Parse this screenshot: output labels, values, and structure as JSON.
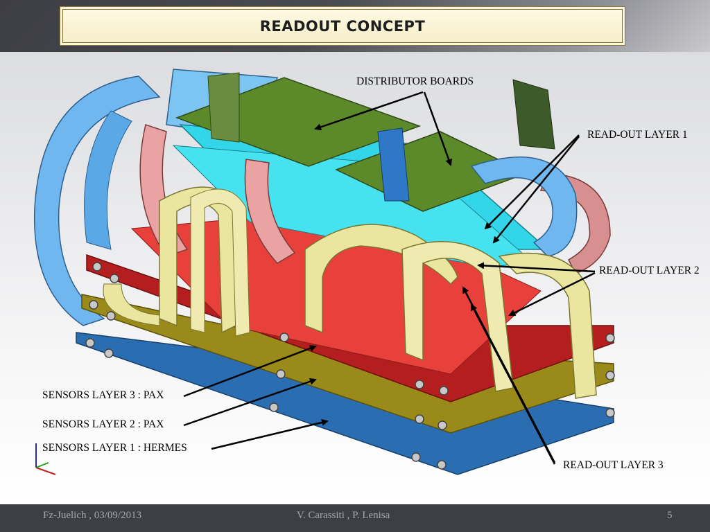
{
  "slide": {
    "title": "READOUT CONCEPT",
    "page_number": "5"
  },
  "labels": {
    "distributor_boards": "DISTRIBUTOR BOARDS",
    "readout_layer_1": "READ-OUT LAYER 1",
    "readout_layer_2": "READ-OUT LAYER 2",
    "readout_layer_3": "READ-OUT LAYER 3",
    "sensors_layer_3": "SENSORS LAYER 3 : PAX",
    "sensors_layer_2": "SENSORS LAYER 2 : PAX",
    "sensors_layer_1": "SENSORS LAYER 1 : HERMES"
  },
  "footer": {
    "venue_date": "Fz-Juelich , 03/09/2013",
    "authors": "V. Carassiti , P. Lenisa"
  },
  "colors": {
    "flex_blue": "#6fb7ee",
    "flex_pink": "#eaa3a3",
    "flex_yellow": "#eae6a0",
    "board_green": "#5c8a2b",
    "cyan_layer": "#33d6e8",
    "red_layer": "#e8403a",
    "frame_red": "#b51e1e",
    "frame_gold": "#9a8a1a",
    "frame_blue": "#2a6db0"
  }
}
